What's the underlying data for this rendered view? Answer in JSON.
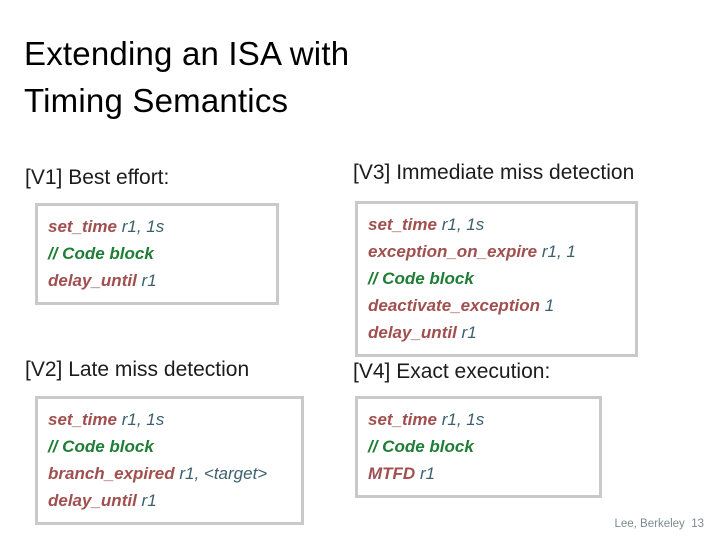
{
  "slide": {
    "title_lines": [
      "Extending an ISA with",
      "Timing Semantics"
    ],
    "footer": {
      "author": "Lee, Berkeley",
      "page_number": "13"
    }
  },
  "colors": {
    "keyword": "#a0504e",
    "operand": "#3d606e",
    "comment": "#1f7d35",
    "heading": "#1c1c1c",
    "title": "#000000",
    "footer": "#7a8c8f",
    "box_border": "#c9c9c9",
    "background": "#ffffff"
  },
  "sections": [
    {
      "id": "v1",
      "heading": "[V1] Best effort:",
      "code": [
        [
          {
            "t": "set_time",
            "c": "keyword"
          },
          {
            "t": " r1, 1s",
            "c": "operand"
          }
        ],
        [
          {
            "t": "// Code block",
            "c": "comment"
          }
        ],
        [
          {
            "t": "delay_until",
            "c": "keyword"
          },
          {
            "t": " r1",
            "c": "operand"
          }
        ]
      ]
    },
    {
      "id": "v3",
      "heading": "[V3] Immediate miss detection",
      "code": [
        [
          {
            "t": "set_time",
            "c": "keyword"
          },
          {
            "t": " r1, 1s",
            "c": "operand"
          }
        ],
        [
          {
            "t": "exception_on_expire",
            "c": "keyword"
          },
          {
            "t": " r1, 1",
            "c": "operand"
          }
        ],
        [
          {
            "t": "// Code block",
            "c": "comment"
          }
        ],
        [
          {
            "t": "deactivate_exception",
            "c": "keyword"
          },
          {
            "t": " 1",
            "c": "operand"
          }
        ],
        [
          {
            "t": "delay_until",
            "c": "keyword"
          },
          {
            "t": " r1",
            "c": "operand"
          }
        ]
      ]
    },
    {
      "id": "v2",
      "heading": "[V2] Late miss detection",
      "code": [
        [
          {
            "t": "set_time",
            "c": "keyword"
          },
          {
            "t": " r1, 1s",
            "c": "operand"
          }
        ],
        [
          {
            "t": "// Code block",
            "c": "comment"
          }
        ],
        [
          {
            "t": "branch_expired",
            "c": "keyword"
          },
          {
            "t": " r1, <target>",
            "c": "operand"
          }
        ],
        [
          {
            "t": "delay_until",
            "c": "keyword"
          },
          {
            "t": " r1",
            "c": "operand"
          }
        ]
      ]
    },
    {
      "id": "v4",
      "heading": "[V4] Exact execution:",
      "code": [
        [
          {
            "t": "set_time",
            "c": "keyword"
          },
          {
            "t": " r1, 1s",
            "c": "operand"
          }
        ],
        [
          {
            "t": "// Code block",
            "c": "comment"
          }
        ],
        [
          {
            "t": "MTFD",
            "c": "keyword"
          },
          {
            "t": " r1",
            "c": "operand"
          }
        ]
      ]
    }
  ]
}
